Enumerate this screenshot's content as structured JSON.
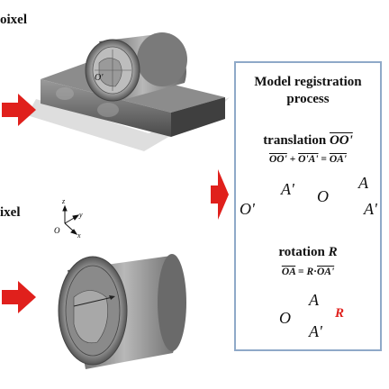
{
  "labels": {
    "top_pixel": "oixel",
    "bottom_pixel": "ixel"
  },
  "axes": {
    "z": "z",
    "y": "y",
    "o": "O",
    "x": "x"
  },
  "panel": {
    "title_line1": "Model registration",
    "title_line2": "process",
    "translation": {
      "title": "translation",
      "title_vec": "OO'",
      "eq_a": "OO'",
      "plus": "+",
      "eq_b": "O'A'",
      "equals": "=",
      "eq_c": "OA'",
      "diagram_before": {
        "origin": "O'",
        "point": "A'"
      },
      "diagram_after": {
        "origin": "O",
        "point_a": "A",
        "point_a_prime": "A'"
      }
    },
    "rotation": {
      "title": "rotation",
      "title_symbol": "R",
      "eq_a": "OA",
      "equals": "=",
      "eq_r": "R",
      "dot": "·",
      "eq_b": "OA'",
      "diagram": {
        "origin": "O",
        "point_a": "A",
        "point_a_prime": "A'",
        "r_label": "R"
      }
    }
  },
  "colors": {
    "arrow_red": "#e0201c",
    "panel_border": "#8fa9c8",
    "gray_arrow": "#8a8a8a"
  }
}
